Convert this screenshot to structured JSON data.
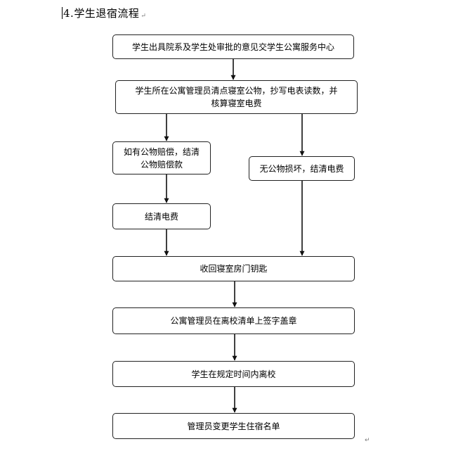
{
  "heading": {
    "number": "4.",
    "title": "学生退宿流程"
  },
  "steps": [
    {
      "text": "学生出具院系及学生处审批的意见交学生公寓服务中心"
    },
    {
      "line1": "学生所在公寓管理员清点寝室公物，抄写电表读数，并",
      "line2": "核算寝室电费"
    },
    {
      "line1": "如有公物赔偿，结清",
      "line2": "公物赔偿款"
    },
    {
      "text": "无公物损坏，结清电费"
    },
    {
      "text": "结清电费"
    },
    {
      "text": "收回寝室房门钥匙"
    },
    {
      "text": "公寓管理员在离校清单上签字盖章"
    },
    {
      "text": "学生在规定时间内离校"
    },
    {
      "text": "管理员变更学生住宿名单"
    }
  ],
  "marks": {
    "paragraph": "↵"
  },
  "colors": {
    "line": "#111111",
    "border": "#222222",
    "mark": "#7a7a7a"
  }
}
